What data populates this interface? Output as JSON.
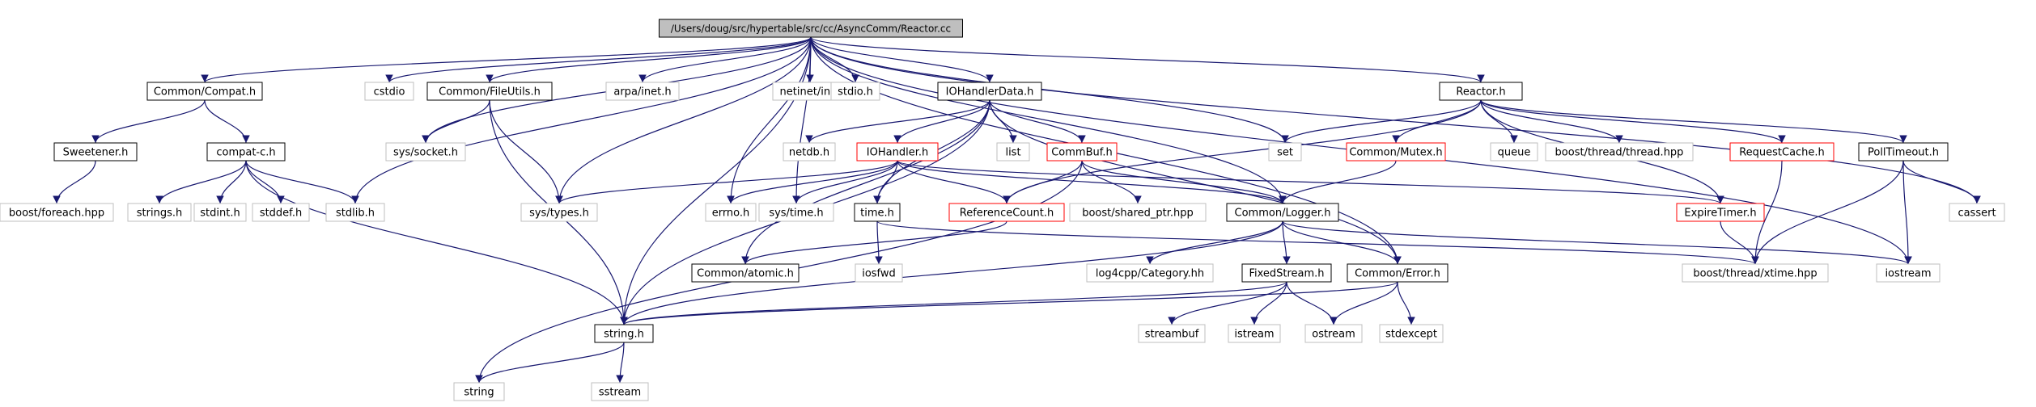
{
  "colors": {
    "root_fill": "#bfbfbf",
    "border_documented": "#000000",
    "border_incomplete": "#ff0000",
    "border_external": "#bfbfbf",
    "node_fill": "#ffffff",
    "edge": "#191970"
  },
  "nodes": [
    {
      "id": "reactor_cc",
      "label": "/Users/doug/src/hypertable/src/cc/AsyncComm/Reactor.cc",
      "kind": "root"
    },
    {
      "id": "common_compat_h",
      "label": "Common/Compat.h",
      "kind": "doc"
    },
    {
      "id": "cstdio",
      "label": "cstdio",
      "kind": "ext"
    },
    {
      "id": "common_fileutils_h",
      "label": "Common/FileUtils.h",
      "kind": "doc"
    },
    {
      "id": "arpa_inet_h",
      "label": "arpa/inet.h",
      "kind": "ext"
    },
    {
      "id": "netinet_in_h",
      "label": "netinet/in.h",
      "kind": "ext"
    },
    {
      "id": "stdio_h",
      "label": "stdio.h",
      "kind": "ext"
    },
    {
      "id": "iohandlerdata_h",
      "label": "IOHandlerData.h",
      "kind": "doc"
    },
    {
      "id": "reactor_h",
      "label": "Reactor.h",
      "kind": "doc"
    },
    {
      "id": "sweetener_h",
      "label": "Sweetener.h",
      "kind": "doc"
    },
    {
      "id": "compat_c_h",
      "label": "compat-c.h",
      "kind": "doc"
    },
    {
      "id": "sys_socket_h",
      "label": "sys/socket.h",
      "kind": "ext"
    },
    {
      "id": "netdb_h",
      "label": "netdb.h",
      "kind": "ext"
    },
    {
      "id": "iohandler_h",
      "label": "IOHandler.h",
      "kind": "red"
    },
    {
      "id": "list",
      "label": "list",
      "kind": "ext"
    },
    {
      "id": "commbuf_h",
      "label": "CommBuf.h",
      "kind": "red"
    },
    {
      "id": "set",
      "label": "set",
      "kind": "ext"
    },
    {
      "id": "common_mutex_h",
      "label": "Common/Mutex.h",
      "kind": "red"
    },
    {
      "id": "queue",
      "label": "queue",
      "kind": "ext"
    },
    {
      "id": "boost_thread_thread_hpp",
      "label": "boost/thread/thread.hpp",
      "kind": "ext"
    },
    {
      "id": "requestcache_h",
      "label": "RequestCache.h",
      "kind": "red"
    },
    {
      "id": "polltimeout_h",
      "label": "PollTimeout.h",
      "kind": "doc"
    },
    {
      "id": "boost_foreach_hpp",
      "label": "boost/foreach.hpp",
      "kind": "ext"
    },
    {
      "id": "strings_h",
      "label": "strings.h",
      "kind": "ext"
    },
    {
      "id": "stdint_h",
      "label": "stdint.h",
      "kind": "ext"
    },
    {
      "id": "stddef_h",
      "label": "stddef.h",
      "kind": "ext"
    },
    {
      "id": "stdlib_h",
      "label": "stdlib.h",
      "kind": "ext"
    },
    {
      "id": "sys_types_h",
      "label": "sys/types.h",
      "kind": "ext"
    },
    {
      "id": "errno_h",
      "label": "errno.h",
      "kind": "ext"
    },
    {
      "id": "sys_time_h",
      "label": "sys/time.h",
      "kind": "ext"
    },
    {
      "id": "time_h",
      "label": "time.h",
      "kind": "doc"
    },
    {
      "id": "referencecount_h",
      "label": "ReferenceCount.h",
      "kind": "red"
    },
    {
      "id": "boost_shared_ptr_hpp",
      "label": "boost/shared_ptr.hpp",
      "kind": "ext"
    },
    {
      "id": "common_logger_h",
      "label": "Common/Logger.h",
      "kind": "doc"
    },
    {
      "id": "expiretimer_h",
      "label": "ExpireTimer.h",
      "kind": "red"
    },
    {
      "id": "cassert",
      "label": "cassert",
      "kind": "ext"
    },
    {
      "id": "common_atomic_h",
      "label": "Common/atomic.h",
      "kind": "doc"
    },
    {
      "id": "iosfwd",
      "label": "iosfwd",
      "kind": "ext"
    },
    {
      "id": "log4cpp_category_hh",
      "label": "log4cpp/Category.hh",
      "kind": "ext"
    },
    {
      "id": "fixedstream_h",
      "label": "FixedStream.h",
      "kind": "doc"
    },
    {
      "id": "common_error_h",
      "label": "Common/Error.h",
      "kind": "doc"
    },
    {
      "id": "boost_thread_xtime_hpp",
      "label": "boost/thread/xtime.hpp",
      "kind": "ext"
    },
    {
      "id": "iostream",
      "label": "iostream",
      "kind": "ext"
    },
    {
      "id": "string_h",
      "label": "string.h",
      "kind": "doc"
    },
    {
      "id": "streambuf",
      "label": "streambuf",
      "kind": "ext"
    },
    {
      "id": "istream",
      "label": "istream",
      "kind": "ext"
    },
    {
      "id": "ostream",
      "label": "ostream",
      "kind": "ext"
    },
    {
      "id": "stdexcept",
      "label": "stdexcept",
      "kind": "ext"
    },
    {
      "id": "string",
      "label": "string",
      "kind": "ext"
    },
    {
      "id": "sstream",
      "label": "sstream",
      "kind": "ext"
    }
  ],
  "edges": [
    [
      "reactor_cc",
      "common_compat_h"
    ],
    [
      "reactor_cc",
      "cstdio"
    ],
    [
      "reactor_cc",
      "common_fileutils_h"
    ],
    [
      "reactor_cc",
      "arpa_inet_h"
    ],
    [
      "reactor_cc",
      "netinet_in_h"
    ],
    [
      "reactor_cc",
      "stdio_h"
    ],
    [
      "reactor_cc",
      "iohandlerdata_h"
    ],
    [
      "reactor_cc",
      "reactor_h"
    ],
    [
      "reactor_cc",
      "sys_socket_h"
    ],
    [
      "reactor_cc",
      "stdlib_h"
    ],
    [
      "reactor_cc",
      "sys_types_h"
    ],
    [
      "reactor_cc",
      "errno_h"
    ],
    [
      "reactor_cc",
      "sys_time_h"
    ],
    [
      "reactor_cc",
      "set"
    ],
    [
      "reactor_cc",
      "common_logger_h"
    ],
    [
      "reactor_cc",
      "common_error_h"
    ],
    [
      "reactor_cc",
      "cassert"
    ],
    [
      "reactor_cc",
      "iostream"
    ],
    [
      "reactor_cc",
      "string_h"
    ],
    [
      "common_compat_h",
      "sweetener_h"
    ],
    [
      "common_compat_h",
      "compat_c_h"
    ],
    [
      "sweetener_h",
      "boost_foreach_hpp"
    ],
    [
      "compat_c_h",
      "strings_h"
    ],
    [
      "compat_c_h",
      "stdint_h"
    ],
    [
      "compat_c_h",
      "stddef_h"
    ],
    [
      "compat_c_h",
      "stdlib_h"
    ],
    [
      "compat_c_h",
      "string_h"
    ],
    [
      "common_fileutils_h",
      "sys_socket_h"
    ],
    [
      "common_fileutils_h",
      "sys_types_h"
    ],
    [
      "common_fileutils_h",
      "string_h"
    ],
    [
      "iohandlerdata_h",
      "netdb_h"
    ],
    [
      "iohandlerdata_h",
      "iohandler_h"
    ],
    [
      "iohandlerdata_h",
      "list"
    ],
    [
      "iohandlerdata_h",
      "commbuf_h"
    ],
    [
      "iohandlerdata_h",
      "time_h"
    ],
    [
      "iohandlerdata_h",
      "common_error_h"
    ],
    [
      "iohandlerdata_h",
      "common_atomic_h"
    ],
    [
      "iohandlerdata_h",
      "string_h"
    ],
    [
      "iohandler_h",
      "sys_types_h"
    ],
    [
      "iohandler_h",
      "errno_h"
    ],
    [
      "iohandler_h",
      "sys_time_h"
    ],
    [
      "iohandler_h",
      "time_h"
    ],
    [
      "iohandler_h",
      "referencecount_h"
    ],
    [
      "iohandler_h",
      "common_logger_h"
    ],
    [
      "iohandler_h",
      "expiretimer_h"
    ],
    [
      "commbuf_h",
      "referencecount_h"
    ],
    [
      "commbuf_h",
      "boost_shared_ptr_hpp"
    ],
    [
      "commbuf_h",
      "common_logger_h"
    ],
    [
      "commbuf_h",
      "string"
    ],
    [
      "reactor_h",
      "set"
    ],
    [
      "reactor_h",
      "common_mutex_h"
    ],
    [
      "reactor_h",
      "queue"
    ],
    [
      "reactor_h",
      "boost_thread_thread_hpp"
    ],
    [
      "reactor_h",
      "requestcache_h"
    ],
    [
      "reactor_h",
      "polltimeout_h"
    ],
    [
      "reactor_h",
      "expiretimer_h"
    ],
    [
      "reactor_h",
      "referencecount_h"
    ],
    [
      "common_mutex_h",
      "common_logger_h"
    ],
    [
      "requestcache_h",
      "boost_thread_xtime_hpp"
    ],
    [
      "polltimeout_h",
      "cassert"
    ],
    [
      "polltimeout_h",
      "iostream"
    ],
    [
      "polltimeout_h",
      "boost_thread_xtime_hpp"
    ],
    [
      "expiretimer_h",
      "boost_thread_xtime_hpp"
    ],
    [
      "referencecount_h",
      "common_atomic_h"
    ],
    [
      "time_h",
      "iosfwd"
    ],
    [
      "time_h",
      "boost_thread_xtime_hpp"
    ],
    [
      "common_logger_h",
      "log4cpp_category_hh"
    ],
    [
      "common_logger_h",
      "fixedstream_h"
    ],
    [
      "common_logger_h",
      "common_error_h"
    ],
    [
      "common_logger_h",
      "iostream"
    ],
    [
      "common_logger_h",
      "string_h"
    ],
    [
      "fixedstream_h",
      "streambuf"
    ],
    [
      "fixedstream_h",
      "istream"
    ],
    [
      "fixedstream_h",
      "ostream"
    ],
    [
      "fixedstream_h",
      "string_h"
    ],
    [
      "common_error_h",
      "ostream"
    ],
    [
      "common_error_h",
      "stdexcept"
    ],
    [
      "common_error_h",
      "string_h"
    ],
    [
      "string_h",
      "string"
    ],
    [
      "string_h",
      "sstream"
    ]
  ]
}
